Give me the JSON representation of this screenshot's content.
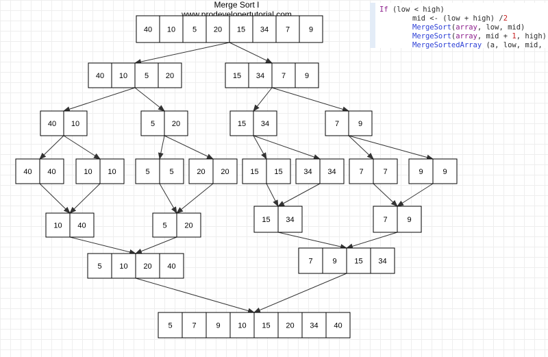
{
  "title": "Merge Sort I www.prodevelopertutorial.com",
  "code": [
    {
      "text": "If (low < high)",
      "indent": 0
    },
    {
      "text": "mid <- (low + high) /2",
      "indent": 1
    },
    {
      "text": "MergeSort(array, low, mid)",
      "indent": 1
    },
    {
      "text": "MergeSort(array, mid + 1, high)",
      "indent": 1
    },
    {
      "text": "MergeSortedArray (a, low, mid,",
      "indent": 1
    }
  ],
  "colors": {
    "box_border": "#000000",
    "arrow": "#333333",
    "grid": "#eeeeee"
  },
  "arrays": [
    {
      "id": "root",
      "values": [
        40,
        10,
        5,
        20,
        15,
        34,
        7,
        9
      ]
    },
    {
      "id": "L",
      "values": [
        40,
        10,
        5,
        20
      ]
    },
    {
      "id": "R",
      "values": [
        15,
        34,
        7,
        9
      ]
    },
    {
      "id": "LL",
      "values": [
        40,
        10
      ]
    },
    {
      "id": "LR",
      "values": [
        5,
        20
      ]
    },
    {
      "id": "RL",
      "values": [
        15,
        34
      ]
    },
    {
      "id": "RR",
      "values": [
        7,
        9
      ]
    },
    {
      "id": "a1",
      "values": [
        40,
        40
      ]
    },
    {
      "id": "a2",
      "values": [
        10,
        10
      ]
    },
    {
      "id": "a3",
      "values": [
        5,
        5
      ]
    },
    {
      "id": "a4",
      "values": [
        20,
        20
      ]
    },
    {
      "id": "a5",
      "values": [
        15,
        15
      ]
    },
    {
      "id": "a6",
      "values": [
        34,
        34
      ]
    },
    {
      "id": "a7",
      "values": [
        7,
        7
      ]
    },
    {
      "id": "a8",
      "values": [
        9,
        9
      ]
    },
    {
      "id": "m1",
      "values": [
        10,
        40
      ]
    },
    {
      "id": "m2",
      "values": [
        5,
        20
      ]
    },
    {
      "id": "m3",
      "values": [
        15,
        34
      ]
    },
    {
      "id": "m4",
      "values": [
        7,
        9
      ]
    },
    {
      "id": "m5",
      "values": [
        5,
        10,
        20,
        40
      ]
    },
    {
      "id": "m6",
      "values": [
        7,
        9,
        15,
        34
      ]
    },
    {
      "id": "final",
      "values": [
        5,
        7,
        9,
        10,
        15,
        20,
        34,
        40
      ]
    }
  ],
  "edges": [
    [
      "root",
      "L"
    ],
    [
      "root",
      "R"
    ],
    [
      "L",
      "LL"
    ],
    [
      "L",
      "LR"
    ],
    [
      "R",
      "RL"
    ],
    [
      "R",
      "RR"
    ],
    [
      "LL",
      "a1"
    ],
    [
      "LL",
      "a2"
    ],
    [
      "LR",
      "a3"
    ],
    [
      "LR",
      "a4"
    ],
    [
      "RL",
      "a5"
    ],
    [
      "RL",
      "a6"
    ],
    [
      "RR",
      "a7"
    ],
    [
      "RR",
      "a8"
    ],
    [
      "a1",
      "m1"
    ],
    [
      "a2",
      "m1"
    ],
    [
      "a3",
      "m2"
    ],
    [
      "a4",
      "m2"
    ],
    [
      "a5",
      "m3"
    ],
    [
      "a6",
      "m3"
    ],
    [
      "a7",
      "m4"
    ],
    [
      "a8",
      "m4"
    ],
    [
      "m1",
      "m5"
    ],
    [
      "m2",
      "m5"
    ],
    [
      "m3",
      "m6"
    ],
    [
      "m4",
      "m6"
    ],
    [
      "m5",
      "final"
    ],
    [
      "m6",
      "final"
    ]
  ]
}
